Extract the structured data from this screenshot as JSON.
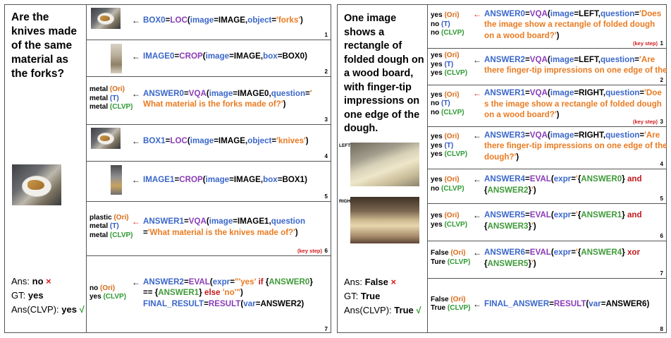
{
  "left": {
    "question": "Are the knives made of the same material as the forks?",
    "answer": {
      "ans_label": "Ans:",
      "ans_value": "no",
      "ans_mark": "×",
      "gt_label": "GT:",
      "gt_value": "yes",
      "clvp_label": "Ans(CLVP):",
      "clvp_value": "yes",
      "clvp_mark": "√"
    },
    "steps": [
      {
        "num": "1",
        "arrow": "←",
        "code": [
          [
            [
              "v",
              "BOX0"
            ],
            [
              "p",
              "="
            ],
            [
              "f",
              "LOC"
            ],
            [
              "p",
              "("
            ],
            [
              "v",
              "image"
            ],
            [
              "p",
              "=IMAGE,"
            ],
            [
              "v",
              "object"
            ],
            [
              "p",
              "="
            ],
            [
              "s",
              "'forks'"
            ],
            [
              "p",
              ")"
            ]
          ]
        ]
      },
      {
        "num": "2",
        "arrow": "←",
        "code": [
          [
            [
              "v",
              "IMAGE0"
            ],
            [
              "p",
              "="
            ],
            [
              "f",
              "CROP"
            ],
            [
              "p",
              "("
            ],
            [
              "v",
              "image"
            ],
            [
              "p",
              "=IMAGE,"
            ],
            [
              "v",
              "box"
            ],
            [
              "p",
              "=BOX0)"
            ]
          ]
        ]
      },
      {
        "num": "3",
        "arrow": "←",
        "results": [
          [
            "metal",
            "(Ori)",
            "ori"
          ],
          [
            "metal",
            "(T)",
            "tc"
          ],
          [
            "metal",
            "(CLVP)",
            "cl"
          ]
        ],
        "code": [
          [
            [
              "v",
              "ANSWER0"
            ],
            [
              "p",
              "="
            ],
            [
              "f",
              "VQA"
            ],
            [
              "p",
              "("
            ],
            [
              "v",
              "image"
            ],
            [
              "p",
              "=IMAGE0,"
            ],
            [
              "v",
              "question"
            ],
            [
              "p",
              "="
            ],
            [
              "s",
              "'"
            ]
          ],
          [
            [
              "s",
              "What material is the forks made of?'"
            ],
            [
              "p",
              ")"
            ]
          ]
        ]
      },
      {
        "num": "4",
        "arrow": "←",
        "code": [
          [
            [
              "v",
              "BOX1"
            ],
            [
              "p",
              "="
            ],
            [
              "f",
              "LOC"
            ],
            [
              "p",
              "("
            ],
            [
              "v",
              "image"
            ],
            [
              "p",
              "=IMAGE,"
            ],
            [
              "v",
              "object"
            ],
            [
              "p",
              "="
            ],
            [
              "s",
              "'knives'"
            ],
            [
              "p",
              ")"
            ]
          ]
        ]
      },
      {
        "num": "5",
        "arrow": "←",
        "code": [
          [
            [
              "v",
              "IMAGE1"
            ],
            [
              "p",
              "="
            ],
            [
              "f",
              "CROP"
            ],
            [
              "p",
              "("
            ],
            [
              "v",
              "image"
            ],
            [
              "p",
              "=IMAGE,"
            ],
            [
              "v",
              "box"
            ],
            [
              "p",
              "=BOX1)"
            ]
          ]
        ]
      },
      {
        "num": "6",
        "key": "(key step)",
        "arrow": "←",
        "arrow_red": true,
        "results": [
          [
            "plastic",
            "(Ori)",
            "ori"
          ],
          [
            "metal",
            "(T)",
            "tc"
          ],
          [
            "metal",
            "(CLVP)",
            "cl"
          ]
        ],
        "code": [
          [
            [
              "v",
              "ANSWER1"
            ],
            [
              "p",
              "="
            ],
            [
              "f",
              "VQA"
            ],
            [
              "p",
              "("
            ],
            [
              "v",
              "image"
            ],
            [
              "p",
              "=IMAGE1,"
            ],
            [
              "v",
              "question"
            ]
          ],
          [
            [
              "p",
              "="
            ],
            [
              "s",
              "'What material is the knives made of?'"
            ],
            [
              "p",
              ")"
            ]
          ]
        ]
      },
      {
        "num": "7",
        "arrow": "←",
        "results": [
          [
            "no",
            "(Ori)",
            "ori"
          ],
          [
            "yes",
            "(CLVP)",
            "cl"
          ]
        ],
        "code": [
          [
            [
              "v",
              "ANSWER2"
            ],
            [
              "p",
              "="
            ],
            [
              "f",
              "EVAL"
            ],
            [
              "p",
              "("
            ],
            [
              "v",
              "expr"
            ],
            [
              "p",
              "="
            ],
            [
              "s",
              "\"'yes' "
            ],
            [
              "k",
              "if"
            ],
            [
              "p",
              " {"
            ],
            [
              "g",
              "ANSWER0"
            ],
            [
              "p",
              "}"
            ]
          ],
          [
            [
              "p",
              "== {"
            ],
            [
              "g",
              "ANSWER1"
            ],
            [
              "p",
              "} "
            ],
            [
              "k",
              "else"
            ],
            [
              "s",
              " 'no'\""
            ],
            [
              "p",
              ")"
            ]
          ],
          [
            [
              "v",
              "FINAL_RESULT"
            ],
            [
              "p",
              "="
            ],
            [
              "f",
              "RESULT"
            ],
            [
              "p",
              "("
            ],
            [
              "v",
              "var"
            ],
            [
              "p",
              "=ANSWER2)"
            ]
          ]
        ]
      }
    ]
  },
  "right": {
    "question": "One image shows a rectangle of folded dough on a wood board, with finger-tip impressions on one edge of the dough.",
    "img_left": "LEFT",
    "img_right": "RIGHT",
    "answer": {
      "ans_label": "Ans:",
      "ans_value": "False",
      "ans_mark": "×",
      "gt_label": "GT:",
      "gt_value": "True",
      "clvp_label": "Ans(CLVP):",
      "clvp_value": "True",
      "clvp_mark": "√"
    },
    "steps": [
      {
        "num": "1",
        "key": "(key step)",
        "arrow": "←",
        "arrow_red": true,
        "results": [
          [
            "yes",
            "(Ori)",
            "ori"
          ],
          [
            "no",
            "(T)",
            "tc"
          ],
          [
            "no",
            "(CLVP)",
            "cl"
          ]
        ],
        "code": [
          [
            [
              "v",
              "ANSWER0"
            ],
            [
              "p",
              "="
            ],
            [
              "f",
              "VQA"
            ],
            [
              "p",
              "("
            ],
            [
              "v",
              "image"
            ],
            [
              "p",
              "=LEFT,"
            ],
            [
              "v",
              "question"
            ],
            [
              "p",
              "="
            ],
            [
              "s",
              "'Does"
            ]
          ],
          [
            [
              "s",
              "the image show a rectangle of folded dough"
            ]
          ],
          [
            [
              "s",
              "on a wood board?'"
            ],
            [
              "p",
              ")"
            ]
          ]
        ]
      },
      {
        "num": "2",
        "arrow": "←",
        "results": [
          [
            "yes",
            "(Ori)",
            "ori"
          ],
          [
            "yes",
            "(T)",
            "tc"
          ],
          [
            "yes",
            "(CLVP)",
            "cl"
          ]
        ],
        "code": [
          [
            [
              "v",
              "ANSWER2"
            ],
            [
              "p",
              "="
            ],
            [
              "f",
              "VQA"
            ],
            [
              "p",
              "("
            ],
            [
              "v",
              "image"
            ],
            [
              "p",
              "=LEFT,"
            ],
            [
              "v",
              "question"
            ],
            [
              "p",
              "="
            ],
            [
              "s",
              "'Are"
            ]
          ],
          [
            [
              "s",
              "there finger-tip impressions on one edge of the"
            ]
          ]
        ]
      },
      {
        "num": "3",
        "key": "(key step)",
        "arrow": "←",
        "arrow_red": true,
        "results": [
          [
            "yes",
            "(Ori)",
            "ori"
          ],
          [
            "no",
            "(T)",
            "tc"
          ],
          [
            "no",
            "(CLVP)",
            "cl"
          ]
        ],
        "code": [
          [
            [
              "v",
              "ANSWER1"
            ],
            [
              "p",
              "="
            ],
            [
              "f",
              "VQA"
            ],
            [
              "p",
              "("
            ],
            [
              "v",
              "image"
            ],
            [
              "p",
              "=RIGHT,"
            ],
            [
              "v",
              "question"
            ],
            [
              "p",
              "="
            ],
            [
              "s",
              "'Doe"
            ]
          ],
          [
            [
              "s",
              "s the image show a rectangle of folded dough"
            ]
          ],
          [
            [
              "s",
              "on a wood board?'"
            ],
            [
              "p",
              ")"
            ]
          ]
        ]
      },
      {
        "num": "4",
        "arrow": "←",
        "results": [
          [
            "yes",
            "(Ori)",
            "ori"
          ],
          [
            "yes",
            "(T)",
            "tc"
          ],
          [
            "yes",
            "(CLVP)",
            "cl"
          ]
        ],
        "code": [
          [
            [
              "v",
              "ANSWER3"
            ],
            [
              "p",
              "="
            ],
            [
              "f",
              "VQA"
            ],
            [
              "p",
              "("
            ],
            [
              "v",
              "image"
            ],
            [
              "p",
              "=RIGHT,"
            ],
            [
              "v",
              "question"
            ],
            [
              "p",
              "="
            ],
            [
              "s",
              "'Are"
            ]
          ],
          [
            [
              "s",
              "there finger-tip impressions on one edge of the"
            ]
          ],
          [
            [
              "s",
              "dough?'"
            ],
            [
              "p",
              ")"
            ]
          ]
        ]
      },
      {
        "num": "5",
        "arrow": "←",
        "results": [
          [
            "yes",
            "(Ori)",
            "ori"
          ],
          [
            "no",
            "(CLVP)",
            "cl"
          ]
        ],
        "code": [
          [
            [
              "v",
              "ANSWER4"
            ],
            [
              "p",
              "="
            ],
            [
              "f",
              "EVAL"
            ],
            [
              "p",
              "("
            ],
            [
              "v",
              "expr"
            ],
            [
              "p",
              "="
            ],
            [
              "s",
              "'"
            ],
            [
              "p",
              "{"
            ],
            [
              "g",
              "ANSWER0"
            ],
            [
              "p",
              "} "
            ],
            [
              "k",
              "and"
            ]
          ],
          [
            [
              "p",
              "{"
            ],
            [
              "g",
              "ANSWER2"
            ],
            [
              "p",
              "}"
            ],
            [
              "s",
              "'"
            ],
            [
              "p",
              ")"
            ]
          ]
        ]
      },
      {
        "num": "6",
        "arrow": "←",
        "results": [
          [
            "yes",
            "(Ori)",
            "ori"
          ],
          [
            "yes",
            "(CLVP)",
            "cl"
          ]
        ],
        "code": [
          [
            [
              "v",
              "ANSWER5"
            ],
            [
              "p",
              "="
            ],
            [
              "f",
              "EVAL"
            ],
            [
              "p",
              "("
            ],
            [
              "v",
              "expr"
            ],
            [
              "p",
              "="
            ],
            [
              "s",
              "'"
            ],
            [
              "p",
              "{"
            ],
            [
              "g",
              "ANSWER1"
            ],
            [
              "p",
              "} "
            ],
            [
              "k",
              "and"
            ]
          ],
          [
            [
              "p",
              "{"
            ],
            [
              "g",
              "ANSWER3"
            ],
            [
              "p",
              "}"
            ],
            [
              "s",
              "'"
            ],
            [
              "p",
              ")"
            ]
          ]
        ]
      },
      {
        "num": "7",
        "arrow": "←",
        "results": [
          [
            "False",
            "(Ori)",
            "ori"
          ],
          [
            "Ture",
            "(CLVP)",
            "cl"
          ]
        ],
        "code": [
          [
            [
              "v",
              "ANSWER6"
            ],
            [
              "p",
              "="
            ],
            [
              "f",
              "EVAL"
            ],
            [
              "p",
              "("
            ],
            [
              "v",
              "expr"
            ],
            [
              "p",
              "="
            ],
            [
              "s",
              "'"
            ],
            [
              "p",
              "{"
            ],
            [
              "g",
              "ANSWER4"
            ],
            [
              "p",
              "} "
            ],
            [
              "k",
              "xor"
            ]
          ],
          [
            [
              "p",
              "{"
            ],
            [
              "g",
              "ANSWER5"
            ],
            [
              "p",
              "}"
            ],
            [
              "s",
              "'"
            ],
            [
              "p",
              ")"
            ]
          ]
        ]
      },
      {
        "num": "8",
        "arrow": "←",
        "results": [
          [
            "False",
            "(Ori)",
            "ori"
          ],
          [
            "True",
            "(CLVP)",
            "cl"
          ]
        ],
        "code": [
          [
            [
              "v",
              "FINAL_ANSWER"
            ],
            [
              "p",
              "="
            ],
            [
              "f",
              "RESULT"
            ],
            [
              "p",
              "("
            ],
            [
              "v",
              "var"
            ],
            [
              "p",
              "=ANSWER6)"
            ]
          ]
        ]
      }
    ]
  }
}
